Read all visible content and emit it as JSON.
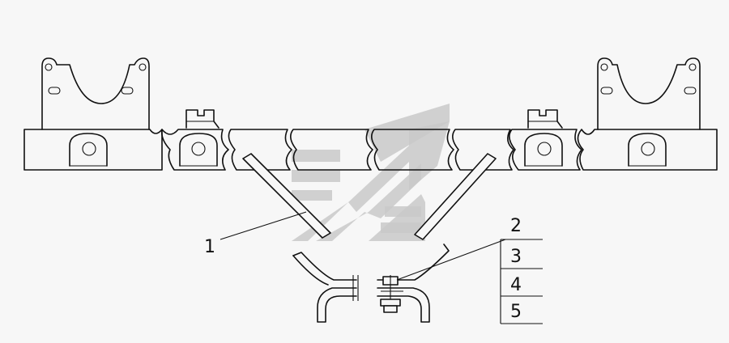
{
  "diagram": {
    "callouts": {
      "c1": "1",
      "c2": "2",
      "c3": "3",
      "c4": "4",
      "c5": "5"
    },
    "colors": {
      "background": "#f7f7f7",
      "line": "#111111",
      "watermark": "#c9c9c9"
    }
  }
}
